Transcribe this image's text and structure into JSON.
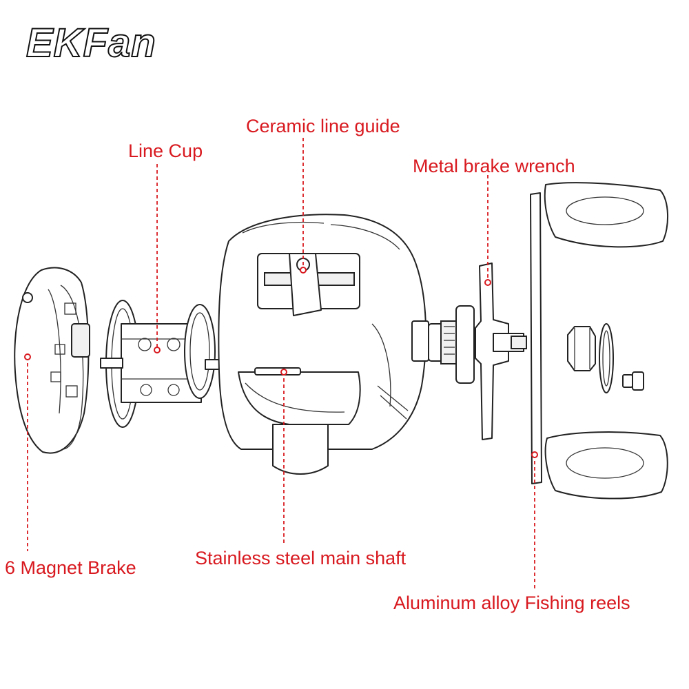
{
  "brand": {
    "name": "EKFan"
  },
  "colors": {
    "label": "#d8191f",
    "outline": "#222222",
    "background": "#ffffff"
  },
  "labels": {
    "ceramic_line_guide": "Ceramic line guide",
    "line_cup": "Line Cup",
    "metal_brake_wrench": "Metal brake wrench",
    "magnet_brake": "6 Magnet Brake",
    "main_shaft": "Stainless steel main shaft",
    "fishing_reels": "Aluminum alloy Fishing reels"
  }
}
